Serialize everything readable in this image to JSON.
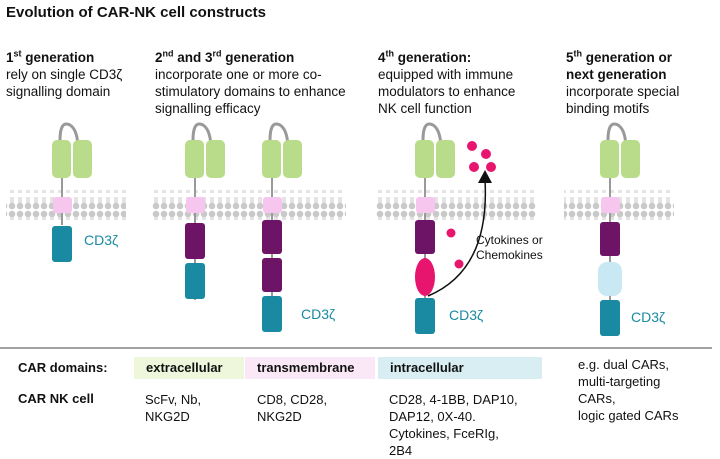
{
  "title": "Evolution of CAR-NK cell constructs",
  "generations": [
    {
      "ord": "1",
      "sup": "st",
      "title_rest": " generation",
      "desc": [
        "rely on single CD3ζ",
        "signalling domain"
      ]
    },
    {
      "ord": "2",
      "sup": "nd",
      "title_mid": " and 3",
      "sup2": "rd",
      "title_rest": " generation",
      "desc": [
        "incorporate one  or  more co-",
        "stimulatory domains to enhance",
        "signalling efficacy"
      ]
    },
    {
      "ord": "4",
      "sup": "th",
      "title_rest": " generation:",
      "desc": [
        "equipped with immune",
        "modulators to enhance",
        "NK cell function"
      ]
    },
    {
      "ord": "5",
      "sup": "th",
      "title_rest": " generation or",
      "title_line2": "next generation",
      "desc": [
        "incorporate special",
        "binding motifs"
      ]
    }
  ],
  "cd3_label": "CD3ζ",
  "cytokines_label": [
    "Cytokines or",
    "Chemokines"
  ],
  "table": {
    "row1_label": "CAR domains:",
    "row2_label": "CAR NK cell",
    "extracellular": {
      "label": "extracellular",
      "color": "#eef7dc",
      "items": [
        "ScFv, Nb,",
        "NKG2D"
      ]
    },
    "transmembrane": {
      "label": "transmembrane",
      "color": "#fbe8f7",
      "items": [
        "CD8, CD28,",
        "NKG2D"
      ]
    },
    "intracellular": {
      "label": "intracellular",
      "color": "#d8eef2",
      "items": [
        "CD28, 4-1BB, DAP10,",
        "DAP12, 0X-40.",
        "Cytokines, FceRIg,",
        "2B4"
      ]
    },
    "next_gen_examples": [
      "e.g.  dual CARs,",
      "multi-targeting",
      "CARs,",
      "logic gated CARs"
    ]
  },
  "colors": {
    "scfv": "#b9dc8a",
    "hinge": "#999999",
    "transmembrane": "#f7c6ef",
    "costim": "#6e1466",
    "cd3z": "#1a8aa2",
    "modulator": "#e8156e",
    "special": "#c8e8f4",
    "membrane": "#c8c8c8"
  }
}
